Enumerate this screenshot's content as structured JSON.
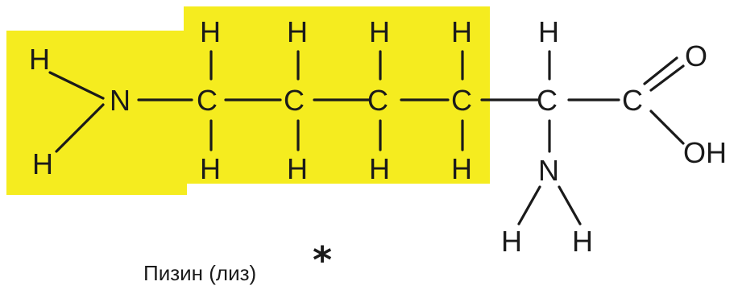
{
  "highlight_color": "#f5ec1f",
  "atoms": {
    "side_n": "N",
    "side_n_h_top": "H",
    "side_n_h_bottom": "H",
    "carbon": "C",
    "hydrogen": "H",
    "alpha_n": "N",
    "oxygen": "O",
    "hydroxyl": "OH"
  },
  "caption": {
    "name": "Пизин (лиз)",
    "marker": "*"
  }
}
